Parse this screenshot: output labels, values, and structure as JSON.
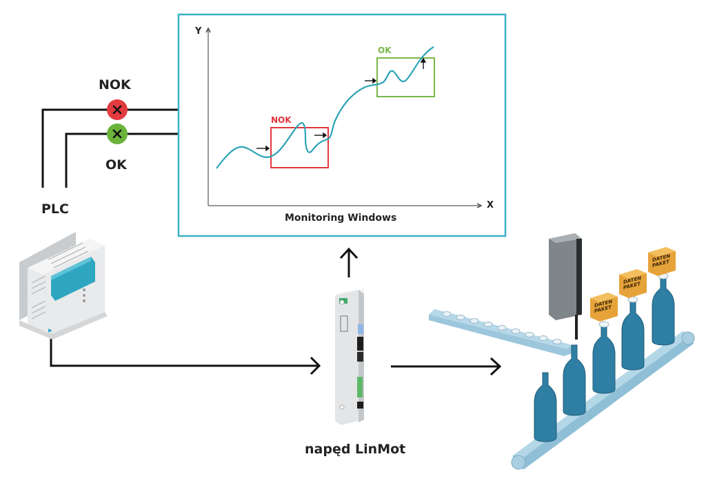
{
  "signals": {
    "nok_label": "NOK",
    "ok_label": "OK",
    "nok_color": "#e23b3f",
    "ok_color": "#6bb33a",
    "nok_icon": "x-mark-icon",
    "ok_icon": "x-mark-icon"
  },
  "plc": {
    "label": "PLC"
  },
  "monitor": {
    "border_color": "#3ab0c5",
    "y_axis_label": "Y",
    "x_axis_label": "X",
    "caption": "Monitoring Windows",
    "curve_color": "#2aa3b4",
    "nok_window": {
      "label": "NOK",
      "color": "#e0353d"
    },
    "ok_window": {
      "label": "OK",
      "color": "#7ab648"
    },
    "arrow_glyph_right": "→",
    "arrow_glyph_up": "↑"
  },
  "drive": {
    "label": "napęd LinMot"
  },
  "conveyor": {
    "package_label_line1": "DATEN",
    "package_label_line2": "PAKET",
    "package_count": 3,
    "bottle_count": 5
  }
}
